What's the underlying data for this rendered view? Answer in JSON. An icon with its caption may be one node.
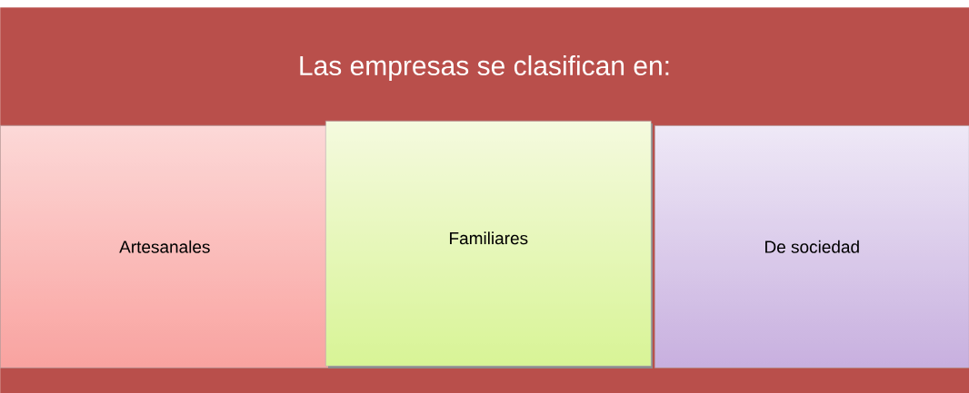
{
  "diagram": {
    "nodes": [
      {
        "text": [
          "Las empresas se clasifican en:"
        ]
      },
      {
        "text": [
          "Artesanales"
        ],
        "in": 0
      },
      {
        "text": [
          "Familiares"
        ],
        "in": 0
      },
      {
        "text": [
          "De sociedad"
        ],
        "in": 0
      }
    ]
  }
}
